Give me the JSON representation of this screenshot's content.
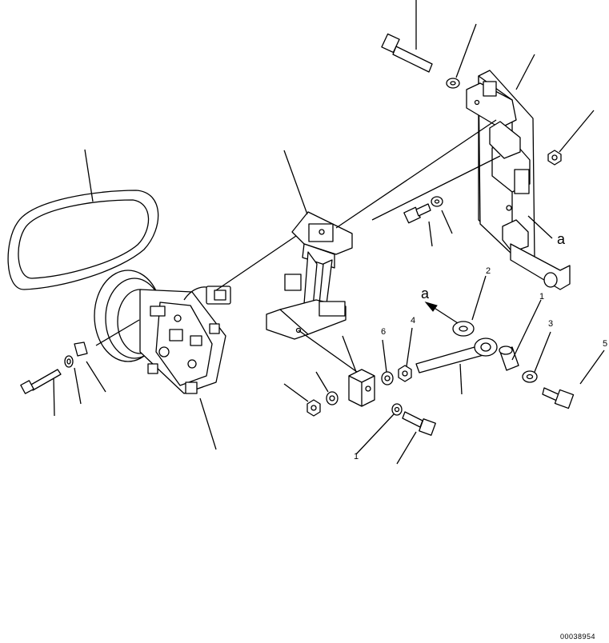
{
  "labels": {
    "ref_a_upper": "a",
    "ref_a_lower": "a",
    "num_2": "2",
    "num_1": "1",
    "num_3_right": "3",
    "num_5": "5",
    "num_6": "6",
    "num_4": "4",
    "num_1_lower": "1"
  },
  "drawing_number": "00038954"
}
